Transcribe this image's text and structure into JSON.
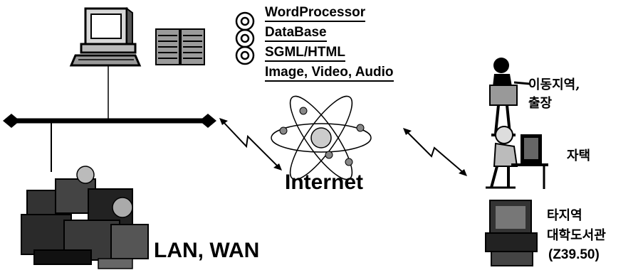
{
  "services": {
    "items": [
      "WordProcessor",
      "DataBase",
      "SGML/HTML",
      "Image, Video, Audio"
    ]
  },
  "network": {
    "internet_label": "Internet",
    "lan_label": "LAN, WAN"
  },
  "remote": {
    "mobile_label": "이동지역,",
    "business_trip_label": "출장",
    "home_label": "자택",
    "other_region_label": "타지역",
    "other_library_label": "대학도서관",
    "standard_label": "(Z39.50)"
  }
}
